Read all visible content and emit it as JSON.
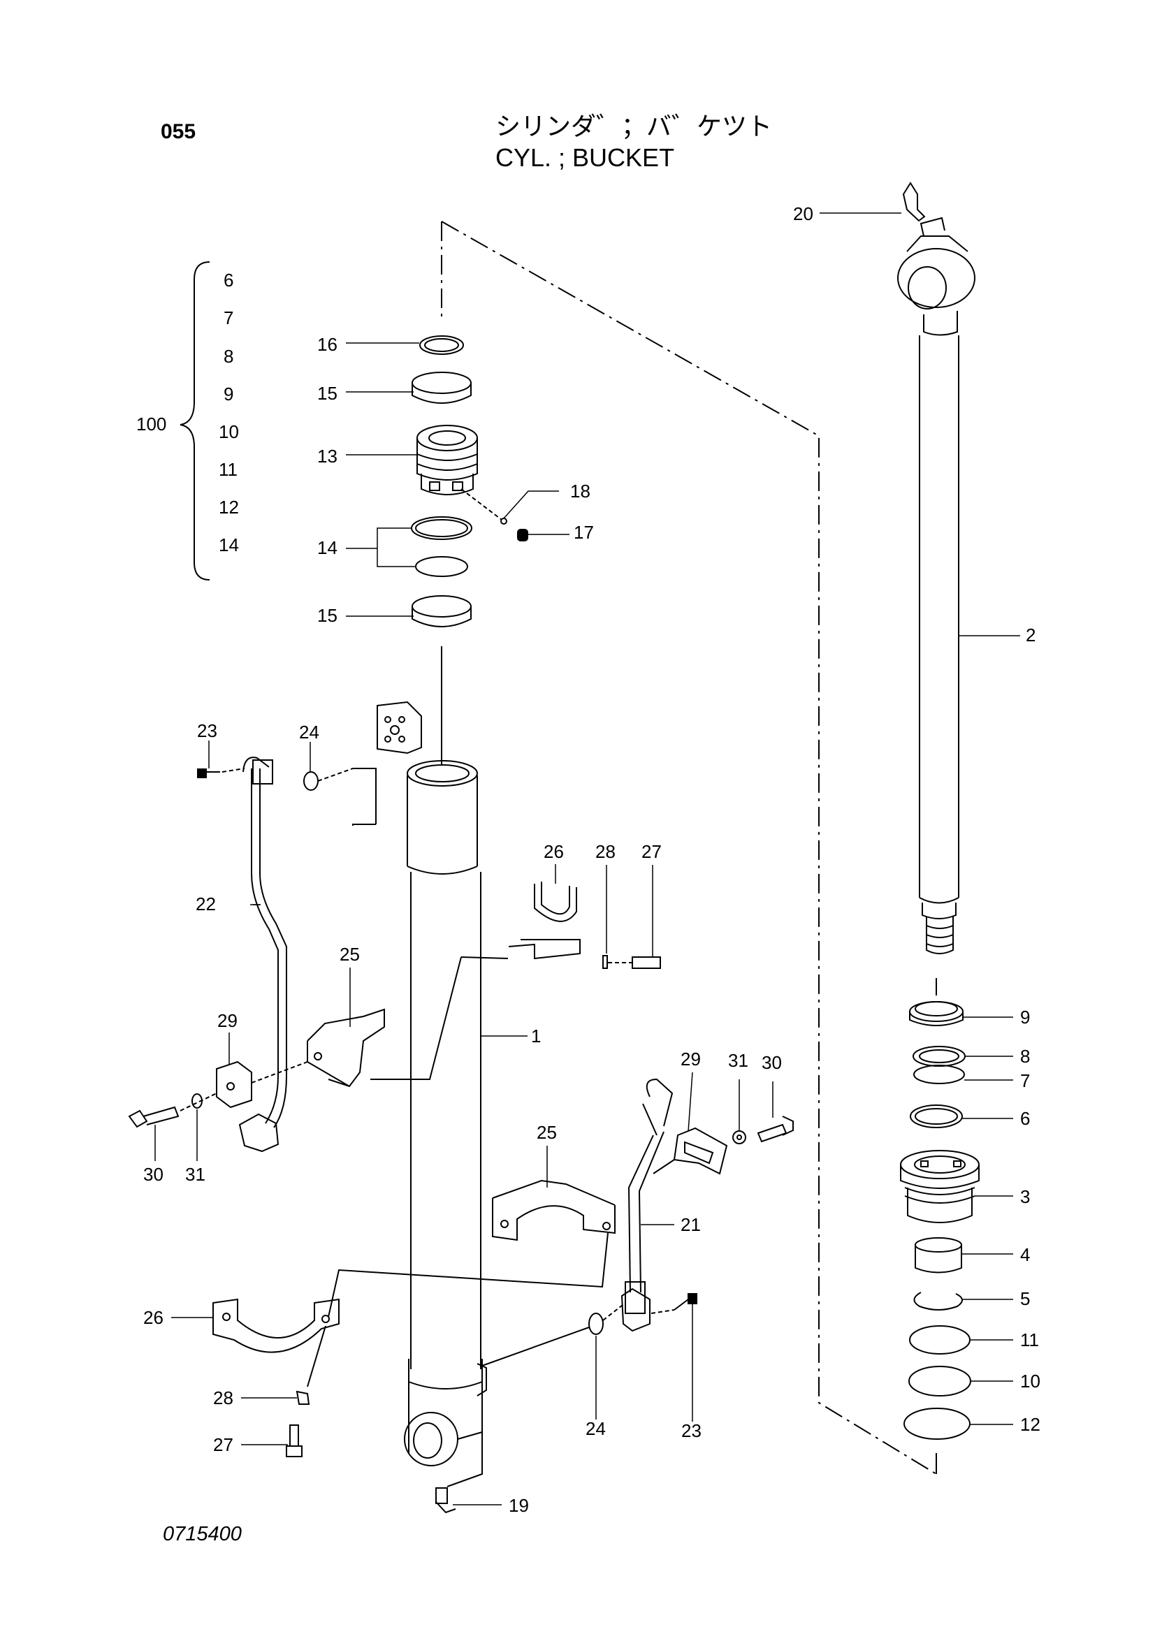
{
  "header": {
    "page_number": "055",
    "title_jp": "シリンダ゛；バ゛ケツト",
    "title_en": "CYL. ; BUCKET"
  },
  "drawing_number": "0715400",
  "kit_group": {
    "total": "100",
    "items": [
      "6",
      "7",
      "8",
      "9",
      "10",
      "11",
      "12",
      "14"
    ]
  },
  "callouts": {
    "c1": "1",
    "c2": "2",
    "c3": "3",
    "c4": "4",
    "c5": "5",
    "c6": "6",
    "c7": "7",
    "c8": "8",
    "c9": "9",
    "c10": "10",
    "c11": "11",
    "c12": "12",
    "c13": "13",
    "c14": "14",
    "c15a": "15",
    "c15b": "15",
    "c16": "16",
    "c17": "17",
    "c18": "18",
    "c19": "19",
    "c20": "20",
    "c21": "21",
    "c22": "22",
    "c23a": "23",
    "c23b": "23",
    "c24a": "24",
    "c24b": "24",
    "c25a": "25",
    "c25b": "25",
    "c26a": "26",
    "c26b": "26",
    "c27a": "27",
    "c27b": "27",
    "c28a": "28",
    "c28b": "28",
    "c29a": "29",
    "c29b": "29",
    "c30a": "30",
    "c30b": "30",
    "c31a": "31",
    "c31b": "31"
  }
}
